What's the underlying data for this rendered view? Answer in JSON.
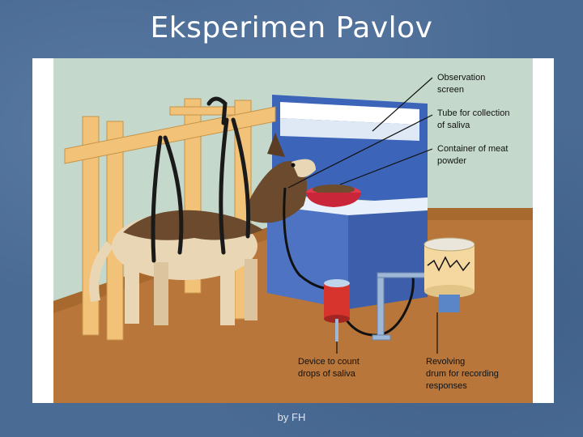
{
  "slide": {
    "title": "Eksperimen Pavlov",
    "footer": "by FH"
  },
  "figure": {
    "labels": {
      "observation_screen": [
        "Observation",
        "screen"
      ],
      "tube": [
        "Tube for collection",
        "of saliva"
      ],
      "container": [
        "Container of meat",
        "powder"
      ],
      "device": [
        "Device to count",
        "drops of saliva"
      ],
      "drum": [
        "Revolving",
        "drum for recording",
        "responses"
      ]
    },
    "colors": {
      "wall": "#c4d9cc",
      "floor": "#b8763a",
      "frame_wood": "#f2c278",
      "box": "#4e73c2",
      "bowl": "#e03a50",
      "drum": "#f4d8a0"
    }
  }
}
